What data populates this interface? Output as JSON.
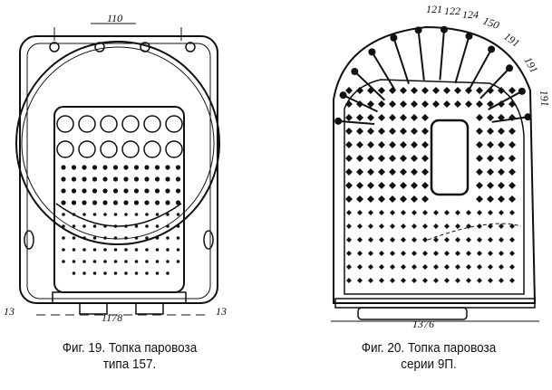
{
  "figures": [
    {
      "caption_line1": "Фиг. 19. Топка паровоза",
      "caption_line2": "типа 157.",
      "dims": {
        "top": "110",
        "bottom": "1178",
        "left_mark": "13",
        "right_mark": "13"
      }
    },
    {
      "caption_line1": "Фиг. 20. Топка паровоза",
      "caption_line2": "серии 9П.",
      "dims": {
        "bottom": "1376",
        "top_labels": [
          "121",
          "122",
          "124",
          "150",
          "191",
          "191",
          "191"
        ]
      }
    }
  ],
  "colors": {
    "ink": "#111111",
    "paper": "#ffffff"
  }
}
